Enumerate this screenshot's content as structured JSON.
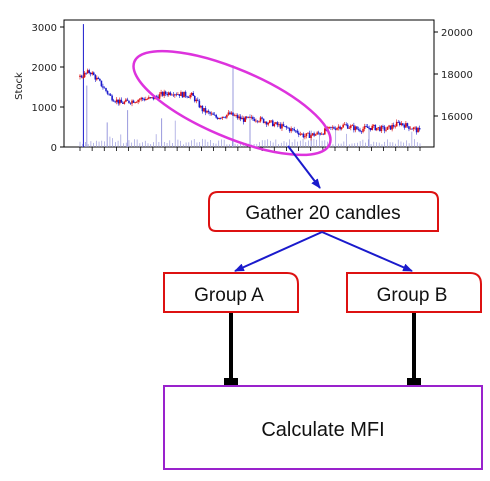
{
  "chart": {
    "ylabel": "Stock",
    "left_ticks": [
      "0",
      "1000",
      "2000",
      "3000"
    ],
    "right_ticks": [
      "16000",
      "18000",
      "20000"
    ]
  },
  "chart_data": {
    "type": "candlestick",
    "ylabel": "Stock",
    "ylim_left": [
      0,
      3100
    ],
    "ylim_right": [
      14800,
      20600
    ],
    "left_ticks": [
      0,
      1000,
      2000,
      3000
    ],
    "right_ticks": [
      16000,
      18000,
      20000
    ],
    "price_trend": [
      [
        0,
        18000
      ],
      [
        3,
        18250
      ],
      [
        6,
        17700
      ],
      [
        9,
        17100
      ],
      [
        12,
        16800
      ],
      [
        15,
        16900
      ],
      [
        18,
        17000
      ],
      [
        21,
        17000
      ],
      [
        24,
        17200
      ],
      [
        27,
        17300
      ],
      [
        30,
        17200
      ],
      [
        33,
        17150
      ],
      [
        36,
        16500
      ],
      [
        40,
        16150
      ],
      [
        44,
        16300
      ],
      [
        48,
        16050
      ],
      [
        52,
        16100
      ],
      [
        56,
        15900
      ],
      [
        60,
        15700
      ],
      [
        64,
        15500
      ],
      [
        66,
        15300
      ],
      [
        70,
        15400
      ],
      [
        74,
        15650
      ],
      [
        78,
        15800
      ],
      [
        82,
        15600
      ],
      [
        86,
        15700
      ],
      [
        90,
        15600
      ],
      [
        94,
        15900
      ],
      [
        98,
        15650
      ],
      [
        100,
        15500
      ]
    ],
    "volume_spikes": [
      [
        1,
        3000
      ],
      [
        2,
        1500
      ],
      [
        8,
        600
      ],
      [
        14,
        900
      ],
      [
        24,
        700
      ],
      [
        45,
        2000
      ],
      [
        50,
        800
      ],
      [
        68,
        400
      ],
      [
        85,
        500
      ]
    ]
  },
  "flow": {
    "gather_label": "Gather 20 candles",
    "group_a_label": "Group A",
    "group_b_label": "Group B",
    "calc_label": "Calculate MFI"
  },
  "colors": {
    "highlight_ellipse": "#dd33dd",
    "arrow": "#1a1acc",
    "node_border": "#dd1111",
    "calc_border": "#9922cc",
    "connector": "#000000",
    "up_candle": "#dd1111",
    "down_candle": "#1a1acc",
    "volume": "#9999dd"
  }
}
